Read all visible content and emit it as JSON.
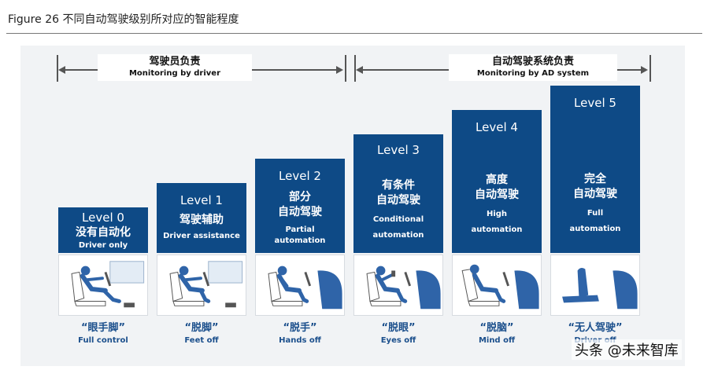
{
  "caption": "Figure 26  不同自动驾驶级别所对应的智能程度",
  "ranges": [
    {
      "zh": "驾驶员负责",
      "en": "Monitoring by driver"
    },
    {
      "zh": "自动驾驶系统负责",
      "en": "Monitoring by AD system"
    }
  ],
  "levels": [
    {
      "title": "Level 0",
      "zh1": "没有自动化",
      "zh2": "",
      "en1": "Driver only",
      "en2": "",
      "tag_zh": "“眼手脚”",
      "tag_en": "Full control"
    },
    {
      "title": "Level 1",
      "zh1": "驾驶辅助",
      "zh2": "",
      "en1": "Driver assistance",
      "en2": "",
      "tag_zh": "“脱脚”",
      "tag_en": "Feet off"
    },
    {
      "title": "Level 2",
      "zh1": "部分",
      "zh2": "自动驾驶",
      "en1": "Partial",
      "en2": "automation",
      "tag_zh": "“脱手”",
      "tag_en": "Hands off"
    },
    {
      "title": "Level 3",
      "zh1": "有条件",
      "zh2": "自动驾驶",
      "en1": "Conditional",
      "en2": "automation",
      "tag_zh": "“脱眼”",
      "tag_en": "Eyes off"
    },
    {
      "title": "Level 4",
      "zh1": "高度",
      "zh2": "自动驾驶",
      "en1": "High",
      "en2": "automation",
      "tag_zh": "“脱脑”",
      "tag_en": "Mind off"
    },
    {
      "title": "Level 5",
      "zh1": "完全",
      "zh2": "自动驾驶",
      "en1": "Full",
      "en2": "automation",
      "tag_zh": "“无人驾驶”",
      "tag_en": "Driver off"
    }
  ],
  "watermark": "头条 @未来智库",
  "colors": {
    "card": "#0e4a86",
    "tag": "#1b4f8c",
    "scene_blue": "#2f64a8"
  }
}
